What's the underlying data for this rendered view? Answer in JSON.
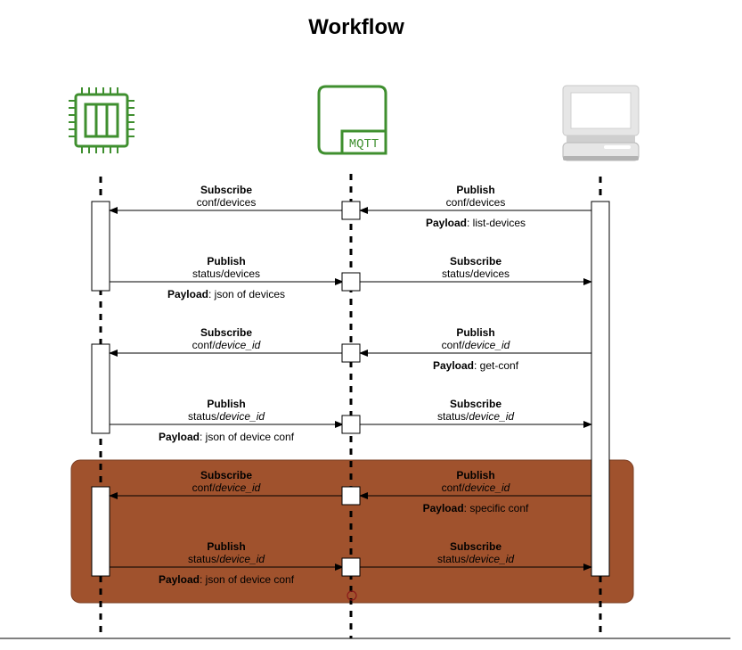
{
  "title": "Workflow",
  "participants": [
    {
      "name": "device",
      "icon": "processor-chip-icon"
    },
    {
      "name": "broker",
      "icon": "mqtt-broker-icon",
      "label": "MQTT"
    },
    {
      "name": "client",
      "icon": "desktop-computer-icon"
    }
  ],
  "colors": {
    "green": "#3f8f2f",
    "highlight": "#a0522d",
    "computer_light": "#e6e6e6",
    "computer_dark": "#b3b3b3"
  },
  "messages": [
    {
      "left": {
        "direction": "to-device",
        "action": "Subscribe",
        "topic": "conf/devices",
        "topic_var": ""
      },
      "right": {
        "direction": "to-broker",
        "action": "Publish",
        "topic": "conf/devices",
        "topic_var": ""
      },
      "payload": {
        "side": "right",
        "label": "Payload",
        "text": ": list-devices"
      }
    },
    {
      "left": {
        "direction": "to-broker",
        "action": "Publish",
        "topic": "status/devices",
        "topic_var": ""
      },
      "right": {
        "direction": "to-client",
        "action": "Subscribe",
        "topic": "status/devices",
        "topic_var": ""
      },
      "payload": {
        "side": "left",
        "label": "Payload",
        "text": ": json of devices"
      }
    },
    {
      "left": {
        "direction": "to-device",
        "action": "Subscribe",
        "topic": "conf/",
        "topic_var": "device_id"
      },
      "right": {
        "direction": "to-broker",
        "action": "Publish",
        "topic": "conf/",
        "topic_var": "device_id"
      },
      "payload": {
        "side": "right",
        "label": "Payload",
        "text": ": get-conf"
      }
    },
    {
      "left": {
        "direction": "to-broker",
        "action": "Publish",
        "topic": "status/",
        "topic_var": "device_id"
      },
      "right": {
        "direction": "to-client",
        "action": "Subscribe",
        "topic": "status/",
        "topic_var": "device_id"
      },
      "payload": {
        "side": "left",
        "label": "Payload",
        "text": ": json of device conf"
      }
    },
    {
      "left": {
        "direction": "to-device",
        "action": "Subscribe",
        "topic": "conf/",
        "topic_var": "device_id"
      },
      "right": {
        "direction": "to-broker",
        "action": "Publish",
        "topic": "conf/",
        "topic_var": "device_id"
      },
      "payload": {
        "side": "right",
        "label": "Payload",
        "text": ": specific conf"
      }
    },
    {
      "left": {
        "direction": "to-broker",
        "action": "Publish",
        "topic": "status/",
        "topic_var": "device_id"
      },
      "right": {
        "direction": "to-client",
        "action": "Subscribe",
        "topic": "status/",
        "topic_var": "device_id"
      },
      "payload": {
        "side": "left",
        "label": "Payload",
        "text": ": json of device conf"
      }
    }
  ]
}
